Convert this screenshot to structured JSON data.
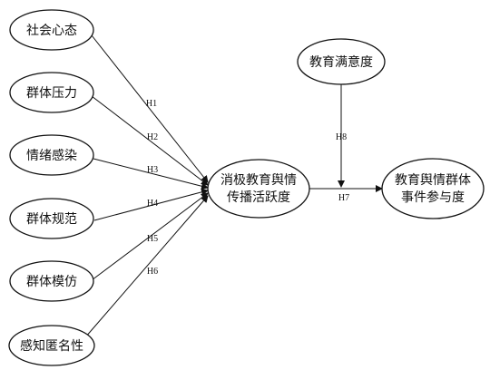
{
  "nodes": {
    "social_mentality": "社会心态",
    "group_pressure": "群体压力",
    "emotional_contagion": "情绪感染",
    "group_norms": "群体规范",
    "group_imitation": "群体模仿",
    "perceived_anonymity": "感知匿名性",
    "negative_spread": [
      "消极教育舆情",
      "传播活跃度"
    ],
    "education_satisfaction": "教育满意度",
    "event_participation": [
      "教育舆情群体",
      "事件参与度"
    ]
  },
  "hypotheses": {
    "h1": "H1",
    "h2": "H2",
    "h3": "H3",
    "h4": "H4",
    "h5": "H5",
    "h6": "H6",
    "h7": "H7",
    "h8": "H8"
  }
}
